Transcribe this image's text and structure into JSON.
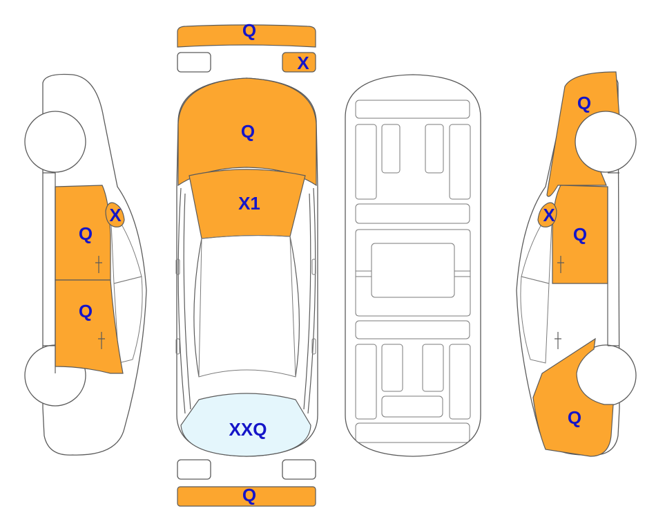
{
  "colors": {
    "damaged": "#fca62f",
    "glass_marked": "#e4f6fc",
    "code_text": "#1515c8"
  },
  "codes": {
    "front_bumper": "Q",
    "front_right_light": "X",
    "hood": "Q",
    "windshield": "X1",
    "rear_window": "XXQ",
    "rear_bumper": "Q",
    "left_mirror": "X",
    "left_front_door": "Q",
    "left_rear_door": "Q",
    "right_front_fender": "Q",
    "right_mirror": "X",
    "right_front_door": "Q",
    "right_rear_quarter": "Q"
  }
}
